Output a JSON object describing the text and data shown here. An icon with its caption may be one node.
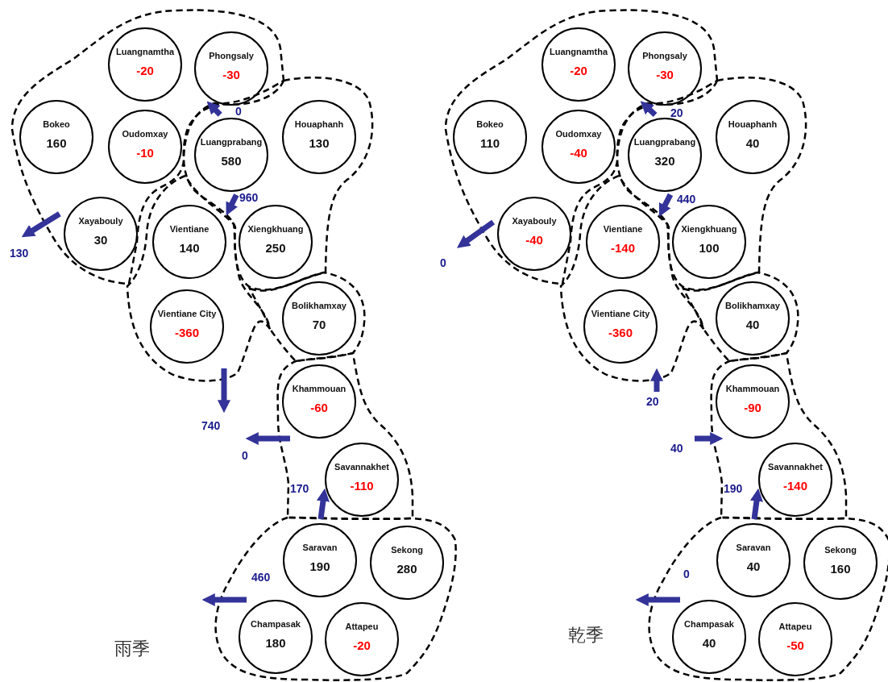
{
  "diagram": {
    "nodes": [
      {
        "text": [
          "Luangnamtha",
          "-20"
        ]
      },
      {
        "text": [
          "Phongsaly",
          "-30"
        ]
      },
      {
        "text": [
          "Bokeo",
          "160"
        ]
      },
      {
        "text": [
          "Oudomxay",
          "-10"
        ]
      },
      {
        "text": [
          "Xayabouly",
          "30"
        ]
      },
      {
        "text": [
          "Luangprabang",
          "580"
        ]
      },
      {
        "text": [
          "Houaphanh",
          "130"
        ]
      },
      {
        "text": [
          "Xiengkhuang",
          "250"
        ]
      },
      {
        "text": [
          "Vientiane",
          "140"
        ]
      },
      {
        "text": [
          "Vientiane City",
          "-360"
        ]
      },
      {
        "text": [
          "Bolikhamxay",
          "70"
        ]
      },
      {
        "text": [
          "Khammouan",
          "-60"
        ]
      },
      {
        "text": [
          "Savannakhet",
          "-110"
        ]
      },
      {
        "text": [
          "Saravan",
          "190"
        ]
      },
      {
        "text": [
          "Sekong",
          "280"
        ]
      },
      {
        "text": [
          "Champasak",
          "180"
        ]
      },
      {
        "text": [
          "Attapeu",
          "-20"
        ]
      },
      {
        "text": [
          "Luangnamtha",
          "-20"
        ]
      },
      {
        "text": [
          "Phongsaly",
          "-30"
        ]
      },
      {
        "text": [
          "Bokeo",
          "110"
        ]
      },
      {
        "text": [
          "Oudomxay",
          "-40"
        ]
      },
      {
        "text": [
          "Xayabouly",
          "-40"
        ]
      },
      {
        "text": [
          "Luangprabang",
          "320"
        ]
      },
      {
        "text": [
          "Houaphanh",
          "40"
        ]
      },
      {
        "text": [
          "Xiengkhuang",
          "100"
        ]
      },
      {
        "text": [
          "Vientiane",
          "-140"
        ]
      },
      {
        "text": [
          "Vientiane City",
          "-360"
        ]
      },
      {
        "text": [
          "Bolikhamxay",
          "40"
        ]
      },
      {
        "text": [
          "Khammouan",
          "-90"
        ]
      },
      {
        "text": [
          "Savannakhet",
          "-140"
        ]
      },
      {
        "text": [
          "Saravan",
          "40"
        ]
      },
      {
        "text": [
          "Sekong",
          "160"
        ]
      },
      {
        "text": [
          "Champasak",
          "40"
        ]
      },
      {
        "text": [
          "Attapeu",
          "-50"
        ]
      }
    ],
    "edges": [
      {
        "from": 5,
        "to": 1,
        "arrow": "to",
        "label": "0"
      },
      {
        "from": 5,
        "to": 8,
        "arrow": "to",
        "label": "960"
      },
      {
        "from": 4,
        "to": null,
        "arrow": "to",
        "label": "130"
      },
      {
        "from": 9,
        "to": null,
        "arrow": "to",
        "label": "740"
      },
      {
        "from": 11,
        "to": null,
        "arrow": "to",
        "label": "0"
      },
      {
        "from": 13,
        "to": 12,
        "arrow": "to",
        "label": "170"
      },
      {
        "from": 15,
        "to": null,
        "arrow": "to",
        "label": "460"
      },
      {
        "from": 22,
        "to": 18,
        "arrow": "to",
        "label": "20"
      },
      {
        "from": 22,
        "to": 25,
        "arrow": "to",
        "label": "440"
      },
      {
        "from": 21,
        "to": null,
        "arrow": "to",
        "label": "0"
      },
      {
        "from": null,
        "to": 26,
        "arrow": "to",
        "label": "20"
      },
      {
        "from": null,
        "to": 28,
        "arrow": "to",
        "label": "40"
      },
      {
        "from": 30,
        "to": 29,
        "arrow": "to",
        "label": "190"
      },
      {
        "from": 32,
        "to": null,
        "arrow": "to",
        "label": "0"
      }
    ],
    "labels": [
      "雨季",
      "乾季"
    ]
  }
}
